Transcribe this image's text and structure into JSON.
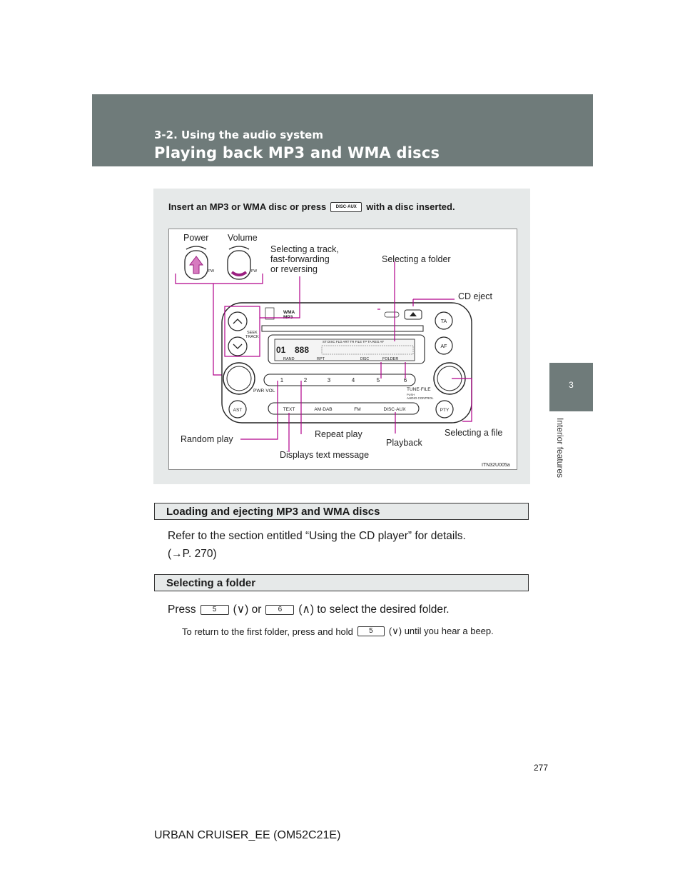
{
  "header": {
    "section": "3-2. Using the audio system",
    "title": "Playing back MP3 and WMA discs"
  },
  "side_tab": {
    "chapter_number": "3",
    "chapter_name": "Interior features"
  },
  "figure": {
    "caption_before": "Insert an MP3 or WMA disc or press",
    "caption_key": "DISC·AUX",
    "caption_after": "with a disc inserted.",
    "image_code": "ITN32U005a",
    "callouts": {
      "power": "Power",
      "volume": "Volume",
      "track_1": "Selecting a track,",
      "track_2": "fast-forwarding",
      "track_3": "or reversing",
      "folder": "Selecting a folder",
      "cd_eject": "CD eject",
      "random_play": "Random play",
      "repeat_play": "Repeat play",
      "playback": "Playback",
      "selecting_file": "Selecting a file",
      "displays_text": "Displays text message"
    },
    "unit_labels": {
      "wma": "WMA",
      "mp3": "MP3",
      "seek_track_1": "SEEK",
      "seek_track_2": "TRACK",
      "ta": "TA",
      "af": "AF",
      "ast": "AST",
      "pty": "PTY",
      "pwr_vol": "PWR·VOL",
      "tune_file": "TUNE·FILE",
      "push": "PUSH",
      "audio_control": "AUDIO CONTROL",
      "presets": [
        "1",
        "2",
        "3",
        "4",
        "5",
        "6"
      ],
      "source_buttons": [
        "TEXT",
        "AM·DAB",
        "FM",
        "DISC·AUX"
      ],
      "display_top": "ST  DISC   FLD  ART  TR   FILE       TP  TA  REG  AF",
      "display_rand": "RAND",
      "display_rpt": "RPT",
      "display_disc": "DISC",
      "display_folder": "FOLDER"
    }
  },
  "sections": [
    {
      "heading": "Loading and ejecting MP3 and WMA discs",
      "line1": "Refer to the section entitled “Using the CD player” for details.",
      "line2": "(→P. 270)"
    },
    {
      "heading": "Selecting a folder",
      "press": "Press",
      "key5": "5",
      "down": "(∨) or",
      "key6": "6",
      "up": "(∧) to select the desired folder.",
      "note_before": "To return to the first folder, press and hold",
      "note_key": "5",
      "note_after": "(∨) until you hear a beep."
    }
  ],
  "page_number": "277",
  "footer": "URBAN CRUISER_EE (OM52C21E)",
  "colors": {
    "header": "#6f7b7a",
    "callout": "#b0008a",
    "figure_bg": "#e6e9e9"
  }
}
